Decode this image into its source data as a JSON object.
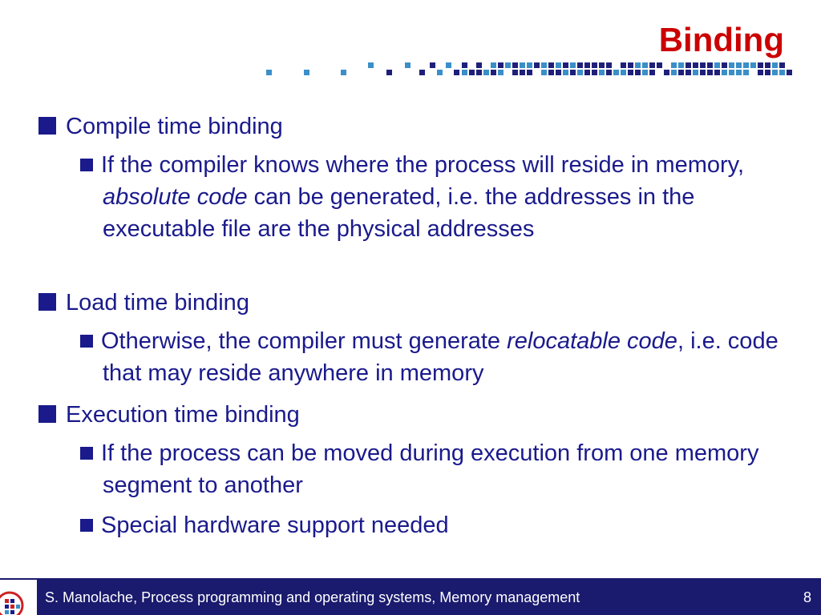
{
  "slide": {
    "title": "Binding",
    "items": [
      {
        "text": "Compile time binding"
      },
      {
        "pre": "If the compiler knows where the process will reside in memory, ",
        "em": "absolute code",
        "post": " can be generated, i.e. the addresses in the executable file are the physical addresses"
      },
      {
        "text": "Load time binding"
      },
      {
        "pre": "Otherwise, the compiler must generate ",
        "em": "relocatable code",
        "post": ", i.e. code that may reside anywhere in memory"
      },
      {
        "text": "Execution time binding"
      },
      {
        "text": "If the process can be moved during execution from one memory segment to another"
      },
      {
        "text": "Special hardware support needed"
      }
    ]
  },
  "footer": {
    "text": "S. Manolache, Process programming and operating systems, Memory management",
    "page": "8"
  },
  "colors": {
    "title": "#cc0000",
    "text": "#1a1a8c",
    "footer_bg": "#1a1a6e",
    "accent_blue": "#3b8fc8",
    "accent_navy": "#1f1f7a"
  }
}
